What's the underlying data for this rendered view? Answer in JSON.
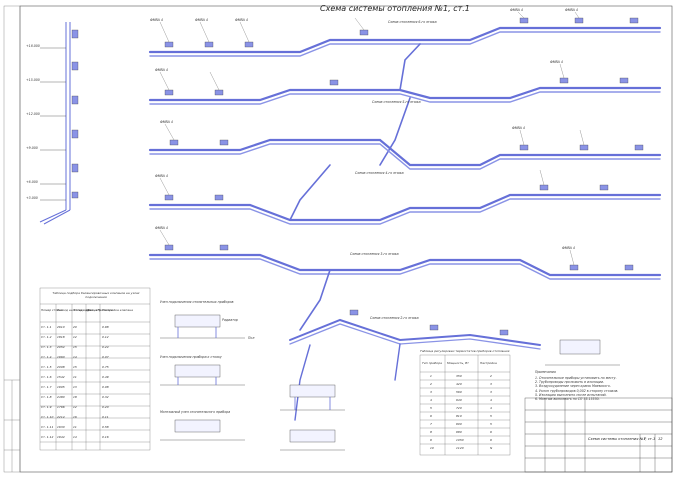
{
  "drawing": {
    "title": "Схема системы отопления №1, ст.1",
    "floor_labels": [
      "Схема отопления 6-го этажа",
      "Схема отопления 5-го этажа",
      "Схема отопления 4-го этажа",
      "Схема отопления 3-го этажа",
      "Схема отопления 2-го этажа"
    ],
    "radiator_callout": "ФМВА 4",
    "floor_mark_labels": [
      "+18.000",
      "+15.000",
      "+12.000",
      "+9.000",
      "+6.000",
      "+3.000"
    ]
  },
  "table_left": {
    "title": "Таблица подбора балансировочных клапанов на узлах подключения",
    "headers": [
      "Номер стояка",
      "Расход на стояк, кг/ч",
      "Потеря давл., кПа",
      "Диаметр стояка",
      "Настройка клапана"
    ],
    "rows": [
      [
        "Ст. 1.1",
        "2610",
        "20",
        "0.98"
      ],
      [
        "Ст. 1.2",
        "1818",
        "12",
        "0.12"
      ],
      [
        "Ст. 1.3",
        "2054",
        "15",
        "0.24"
      ],
      [
        "Ст. 1.4",
        "1960",
        "14",
        "0.07"
      ],
      [
        "Ст. 1.5",
        "2008",
        "15",
        "0.75"
      ],
      [
        "Ст. 1.6",
        "1542",
        "11",
        "0.49"
      ],
      [
        "Ст. 1.7",
        "1905",
        "13",
        "0.08"
      ],
      [
        "Ст. 1.8",
        "2480",
        "18",
        "0.32"
      ],
      [
        "Ст. 1.9",
        "1766",
        "12",
        "0.20"
      ],
      [
        "Ст. 1.10",
        "2214",
        "16",
        "0.11"
      ],
      [
        "Ст. 1.11",
        "1630",
        "11",
        "0.58"
      ],
      [
        "Ст. 1.12",
        "1944",
        "14",
        "0.16"
      ]
    ]
  },
  "table_right": {
    "title": "Таблица регулировки термостатов приборов отопления",
    "headers": [
      "Тип прибора",
      "Мощность, Вт",
      "Настройка"
    ],
    "rows": [
      [
        "1",
        "350",
        "2"
      ],
      [
        "2",
        "420",
        "3"
      ],
      [
        "3",
        "560",
        "3"
      ],
      [
        "4",
        "640",
        "4"
      ],
      [
        "5",
        "720",
        "4"
      ],
      [
        "6",
        "810",
        "5"
      ],
      [
        "7",
        "900",
        "5"
      ],
      [
        "8",
        "980",
        "6"
      ],
      [
        "9",
        "1050",
        "6"
      ],
      [
        "10",
        "1120",
        "N"
      ]
    ]
  },
  "details": {
    "mount_1": "Узел подключения отопительных приборов",
    "mount_2": "Узел подключения прибора к стояку",
    "mount_3": "Монтажный узел отопительного прибора",
    "radiator_label": "Радиатор",
    "floor_label": "Пол"
  },
  "notes": {
    "heading": "Примечания",
    "lines": [
      "1. Отопительные приборы установить по месту.",
      "2. Трубопроводы проложить в изоляции.",
      "3. Воздухоудаление через краны Маевского.",
      "4. Уклон трубопроводов 0,002 в сторону стояков.",
      "5. Изоляцию выполнить после испытаний.",
      "6. Монтаж выполнять по СП 73.13330."
    ]
  },
  "stamp": {
    "sheet_name": "Схема системы отопления №1, ст.1",
    "stage": "Р",
    "sheet_no": "12"
  }
}
